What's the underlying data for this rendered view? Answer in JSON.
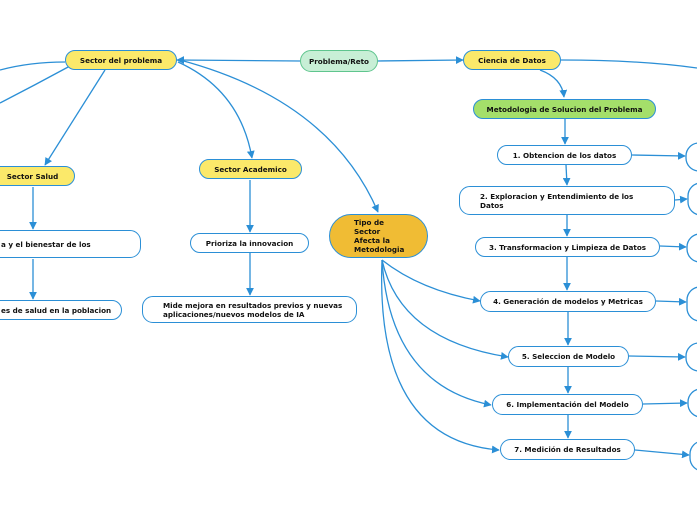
{
  "root": {
    "label": "Problema/Reto"
  },
  "sector_problema": {
    "label": "Sector del problema"
  },
  "sector_salud": {
    "label": "Sector Salud"
  },
  "salud_child_1": {
    "label": "a y el bienestar de los"
  },
  "salud_child_2": {
    "label": "es de salud en la poblacion"
  },
  "sector_academico": {
    "label": "Sector Academico"
  },
  "academico_child_1": {
    "label": "Prioriza la innovacion"
  },
  "academico_child_2": {
    "label": "Mide mejora en resultados previos y nuevas aplicaciones/nuevos modelos de IA"
  },
  "tipo_sector": {
    "label": "Tipo de Sector Afecta la Metodologia"
  },
  "ciencia_datos": {
    "label": "Ciencia de Datos"
  },
  "metodologia": {
    "label": "Metodologia de Solucion del Problema"
  },
  "steps": [
    {
      "label": "1.  Obtencion de los datos"
    },
    {
      "label": "2.  Exploracion y Entendimiento de los Datos"
    },
    {
      "label": "3. Transformacion y Limpieza de Datos"
    },
    {
      "label": "4. Generación de modelos y Metricas"
    },
    {
      "label": "5. Seleccion de Modelo"
    },
    {
      "label": "6. Implementación del Modelo"
    },
    {
      "label": "7. Medición de Resultados"
    }
  ],
  "colors": {
    "edge": "#2b8fd6",
    "node_yellow": "#fbe96a",
    "node_mint": "#c8efd6",
    "node_green": "#a4df6a",
    "node_gold": "#f0bc34"
  }
}
